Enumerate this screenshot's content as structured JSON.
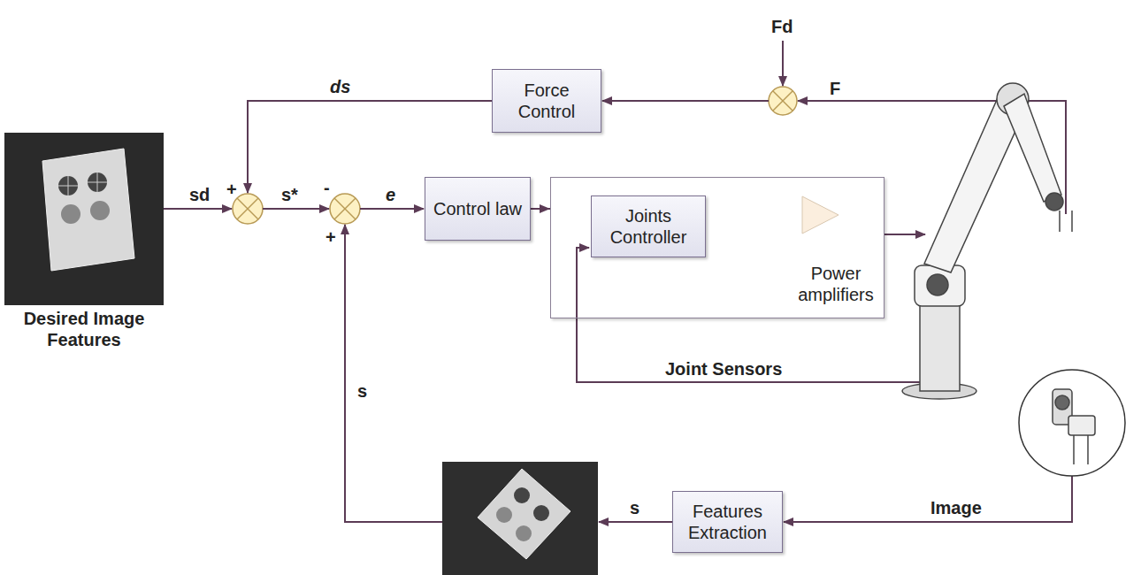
{
  "diagram": {
    "nodes": [
      {
        "text": [
          "Force Control"
        ]
      },
      {
        "text": [
          "Control law"
        ]
      },
      {
        "text": [
          "Power amplifiers"
        ]
      },
      {
        "text": [
          "Joints Controller"
        ],
        "in": 2
      },
      {
        "text": [
          "Features Extraction"
        ]
      }
    ],
    "edges": [
      {
        "from": 1,
        "to": 2,
        "arrow": "to"
      }
    ],
    "labels": [
      "ds",
      "Fd",
      "F",
      "+",
      "sd",
      "s*",
      "-",
      "e",
      "+",
      "s",
      "s",
      "Joint Sensors",
      "Image",
      "Desired Image Features"
    ]
  }
}
